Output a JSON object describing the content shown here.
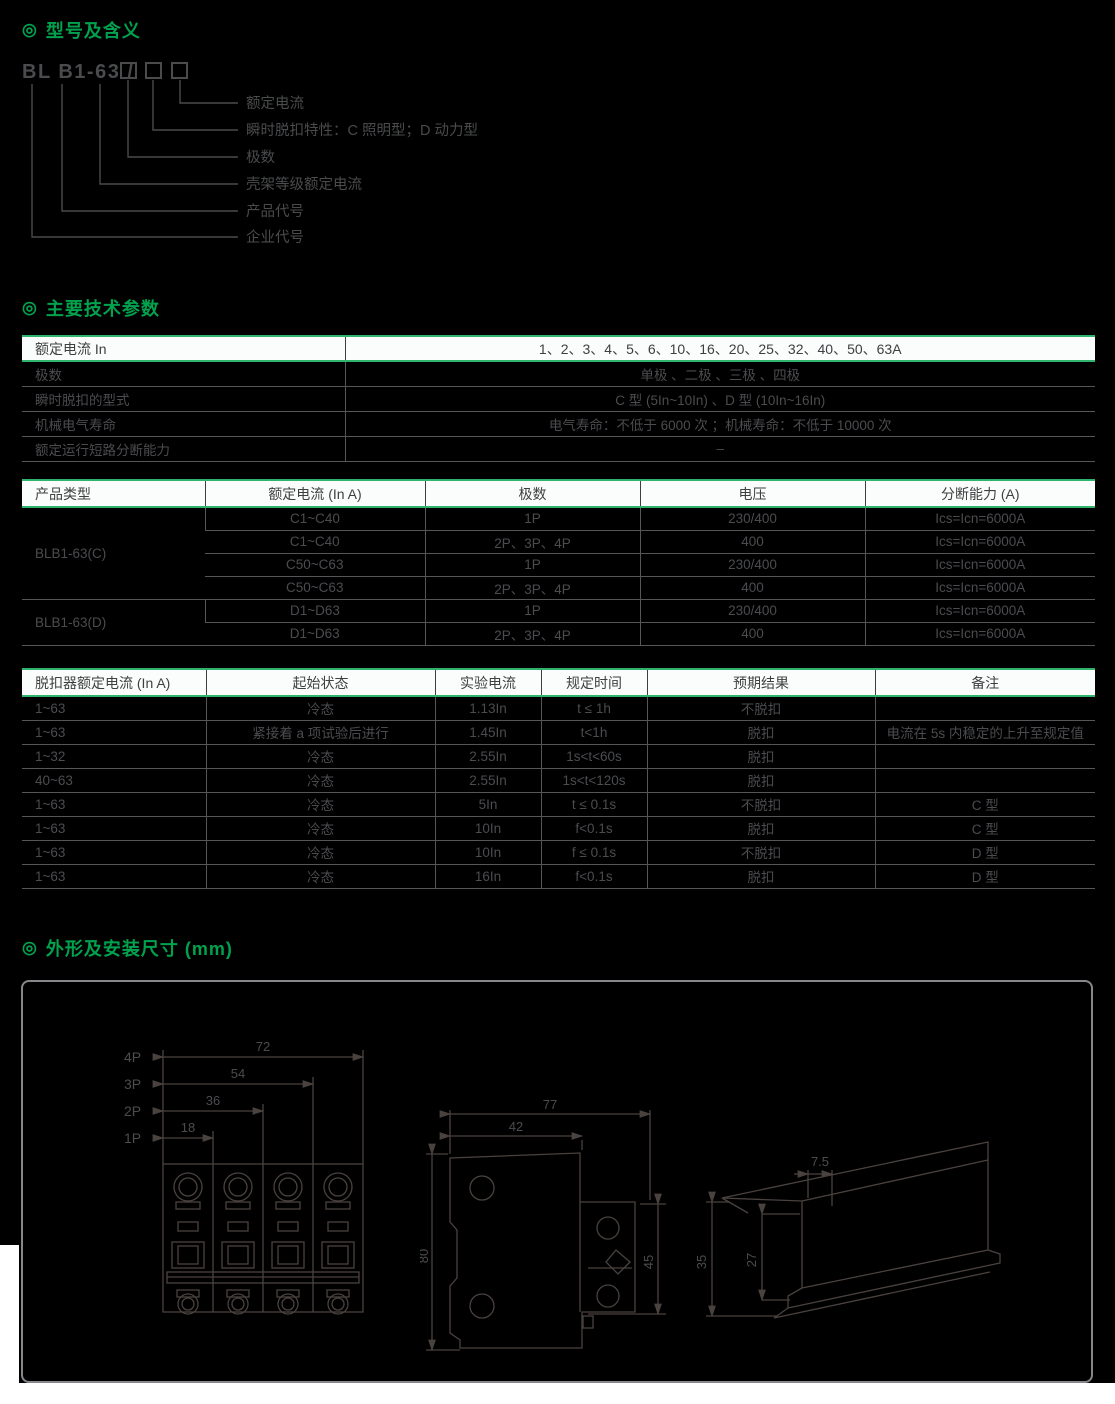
{
  "colors": {
    "background": "#000000",
    "title_green": "#00a24d",
    "table_border_green": "#2eb46c",
    "header_row_bg": "#fafdfb",
    "grid_line_gray": "#55565a",
    "text_gray": "#4b4c4f",
    "drawing_stroke": "#4a423f"
  },
  "section_model": {
    "symbol": "◎",
    "title": "型号及含义",
    "model_code": "BL B1-63 /",
    "labels": [
      "额定电流",
      "瞬时脱扣特性：C 照明型；D 动力型",
      "极数",
      "壳架等级额定电流",
      "产品代号",
      "企业代号"
    ]
  },
  "section_params": {
    "symbol": "◎",
    "title": "主要技术参数",
    "spec_rows": [
      {
        "label": "额定电流 In",
        "value": "1、2、3、4、5、6、10、16、20、25、32、40、50、63A"
      },
      {
        "label": "极数",
        "value": "单极 、二极 、三极 、四极"
      },
      {
        "label": "瞬时脱扣的型式",
        "value": "C 型 (5In~10In) 、D 型 (10In~16In)"
      },
      {
        "label": "机械电气寿命",
        "value": "电气寿命：不低于 6000 次 ；机械寿命：不低于 10000 次"
      },
      {
        "label": "额定运行短路分断能力",
        "value": "–"
      }
    ],
    "type_table": {
      "headers": [
        "产品类型",
        "额定电流 (In A)",
        "极数",
        "电压",
        "分断能力 (A)"
      ],
      "groups": [
        {
          "name": "BLB1-63(C)",
          "rows": [
            [
              "C1~C40",
              "1P",
              "230/400",
              "Ics=Icn=6000A"
            ],
            [
              "C1~C40",
              "2P、3P、4P",
              "400",
              "Ics=Icn=6000A"
            ],
            [
              "C50~C63",
              "1P",
              "230/400",
              "Ics=Icn=6000A"
            ],
            [
              "C50~C63",
              "2P、3P、4P",
              "400",
              "Ics=Icn=6000A"
            ]
          ]
        },
        {
          "name": "BLB1-63(D)",
          "rows": [
            [
              "D1~D63",
              "1P",
              "230/400",
              "Ics=Icn=6000A"
            ],
            [
              "D1~D63",
              "2P、3P、4P",
              "400",
              "Ics=Icn=6000A"
            ]
          ]
        }
      ]
    },
    "trip_table": {
      "headers": [
        "脱扣器额定电流 (In A)",
        "起始状态",
        "实验电流",
        "规定时间",
        "预期结果",
        "备注"
      ],
      "rows": [
        [
          "1~63",
          "冷态",
          "1.13In",
          "t ≤ 1h",
          "不脱扣",
          ""
        ],
        [
          "1~63",
          "紧接着 a 项试验后进行",
          "1.45In",
          "t<1h",
          "脱扣",
          "电流在 5s 内稳定的上升至规定值"
        ],
        [
          "1~32",
          "冷态",
          "2.55In",
          "1s<t<60s",
          "脱扣",
          ""
        ],
        [
          "40~63",
          "冷态",
          "2.55In",
          "1s<t<120s",
          "脱扣",
          ""
        ],
        [
          "1~63",
          "冷态",
          "5In",
          "t ≤ 0.1s",
          "不脱扣",
          "C 型"
        ],
        [
          "1~63",
          "冷态",
          "10In",
          "f<0.1s",
          "脱扣",
          "C 型"
        ],
        [
          "1~63",
          "冷态",
          "10In",
          "f ≤ 0.1s",
          "不脱扣",
          "D 型"
        ],
        [
          "1~63",
          "冷态",
          "16In",
          "f<0.1s",
          "脱扣",
          "D 型"
        ]
      ]
    }
  },
  "section_dims": {
    "symbol": "◎",
    "title": "外形及安装尺寸 (mm)",
    "front_view": {
      "pole_labels": [
        "4P",
        "3P",
        "2P",
        "1P"
      ],
      "width_dims": [
        "72",
        "54",
        "36",
        "18"
      ]
    },
    "side_view": {
      "width_dim": "77",
      "inner_width_dim": "42",
      "height_dim": "80",
      "inner_height_dim": "45"
    },
    "rail_view": {
      "lip_dim": "7.5",
      "height_dim": "35",
      "inner_height_dim": "27"
    }
  }
}
